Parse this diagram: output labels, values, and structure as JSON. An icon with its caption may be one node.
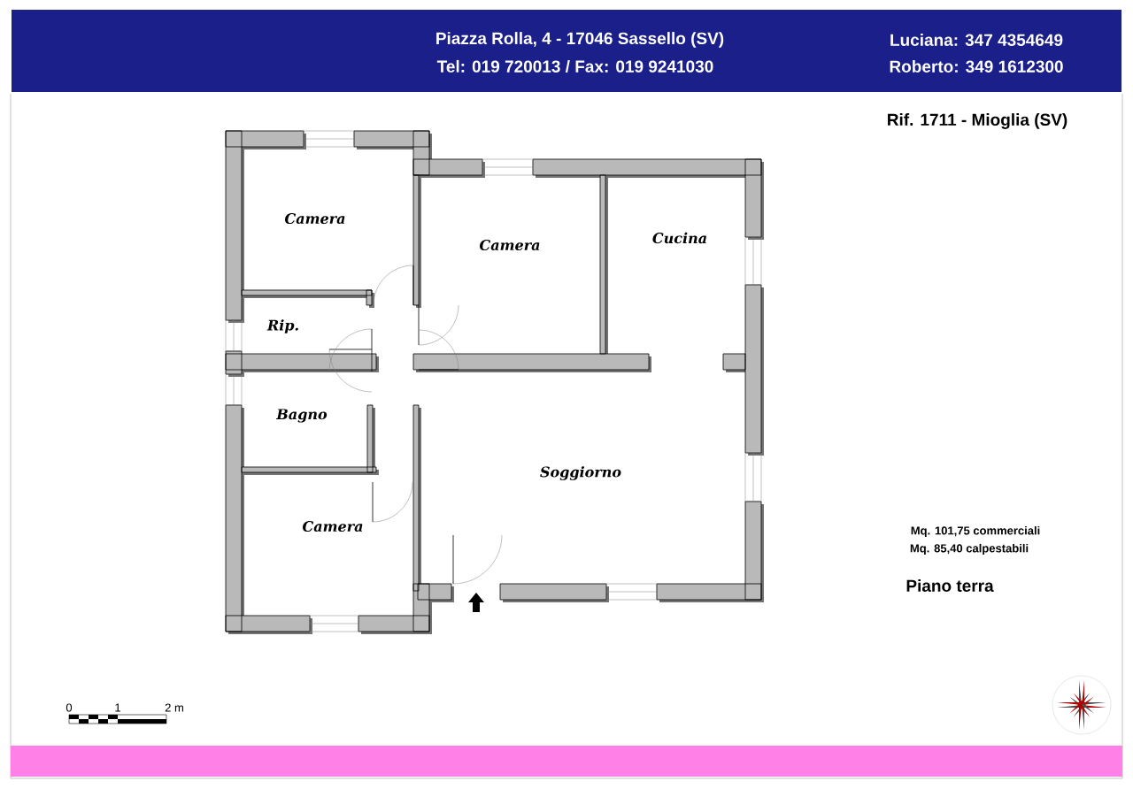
{
  "diagram": {
    "labels": [
      "Piazza Rolla, 4 - 17046 Sassello (SV)",
      "Tel: 019 720013 / Fax: 019 9241030",
      "Luciana: 347 4354649",
      "Roberto: 349 1612300",
      "Rif. 1711 - Mioglia (SV)",
      "Camera",
      "Camera",
      "Cucina",
      "Rip.",
      "Bagno",
      "Soggiorno",
      "Camera",
      "Mq. 101,75 commerciali",
      "Mq. 85,40 calpestabili",
      "Piano terra",
      "0",
      "1",
      "2 m"
    ]
  }
}
